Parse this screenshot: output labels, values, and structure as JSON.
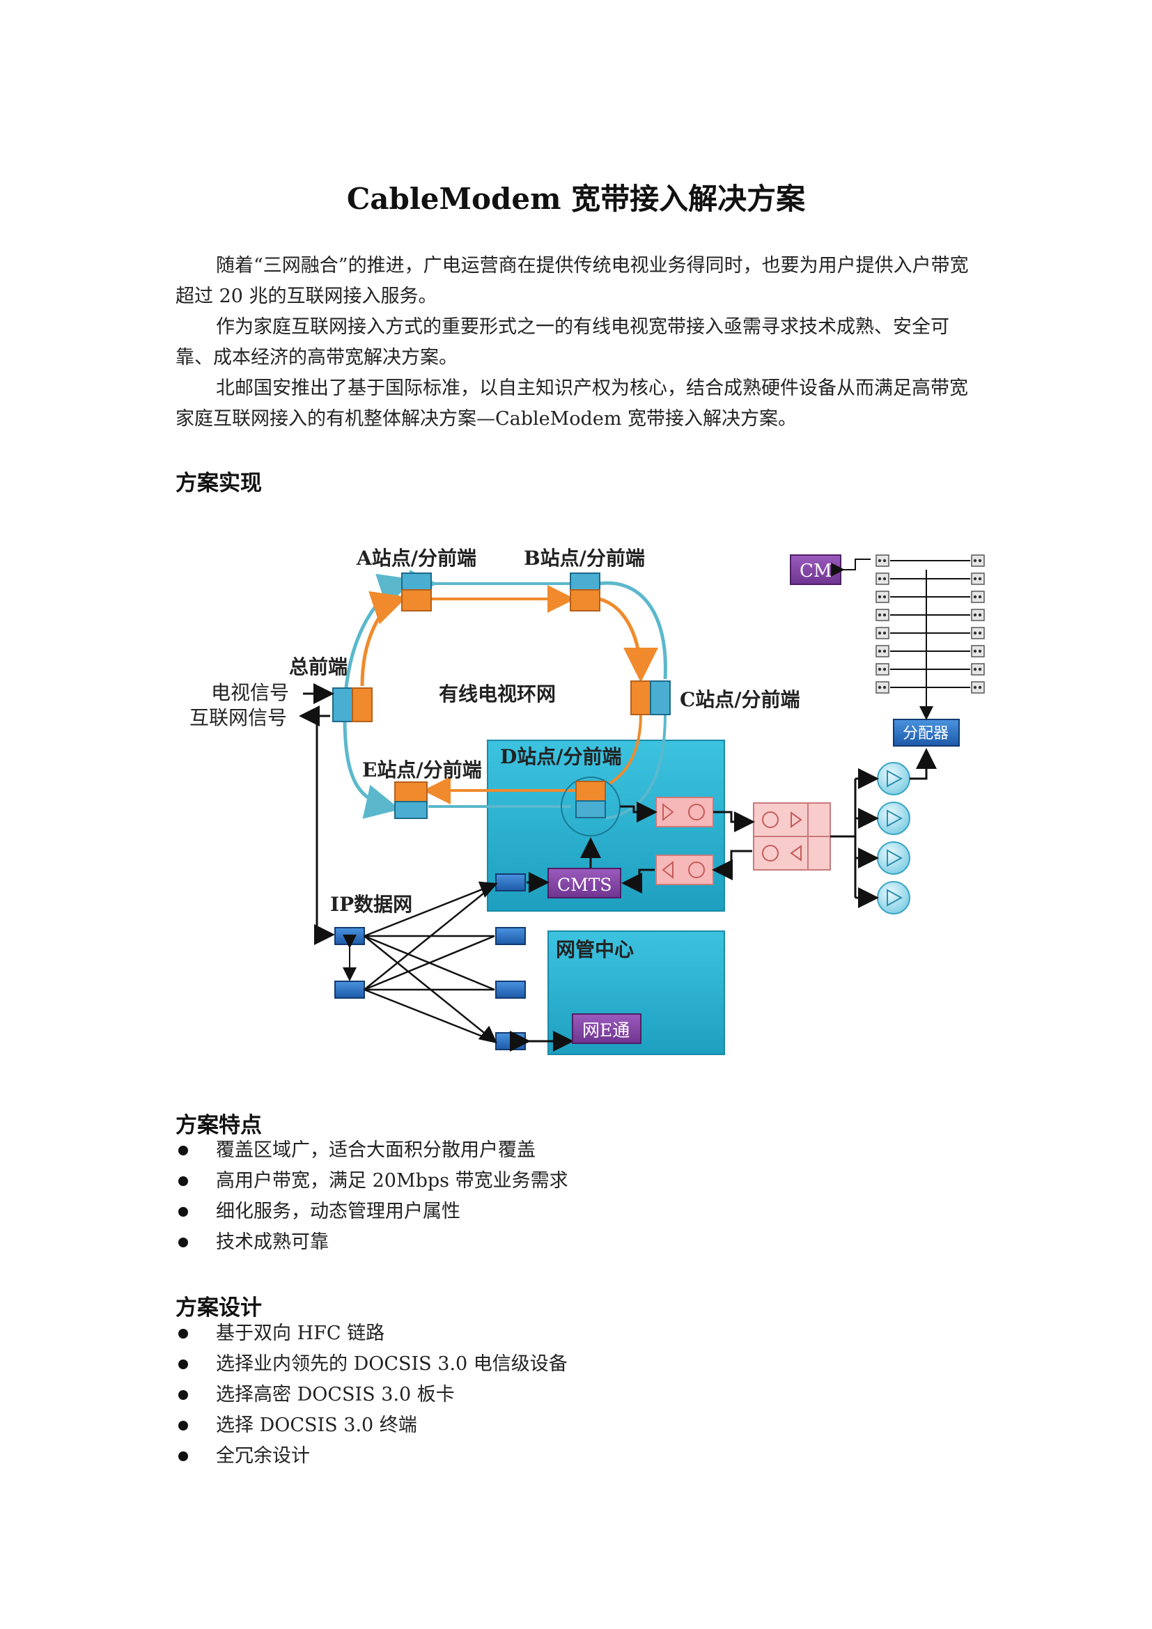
{
  "title": "CableModem 宽带接入解决方案",
  "intro": [
    "随着“三网融合”的推进，广电运营商在提供传统电视业务得同时，也要为用户提供入户带宽超过 20 兆的互联网接入服务。",
    "作为家庭互联网接入方式的重要形式之一的有线电视宽带接入亟需寻求技术成熟、安全可靠、成本经济的高带宽解决方案。",
    "北邮国安推出了基于国际标准，以自主知识产权为核心，结合成熟硬件设备从而满足高带宽家庭互联网接入的有机整体解决方案—CableModem 宽带接入解决方案。"
  ],
  "sections": {
    "implementation": {
      "heading": "方案实现"
    },
    "features": {
      "heading": "方案特点",
      "items": [
        "覆盖区域广，适合大面积分散用户覆盖",
        "高用户带宽，满足 20Mbps 带宽业务需求",
        "细化服务，动态管理用户属性",
        "技术成熟可靠"
      ]
    },
    "design": {
      "heading": "方案设计",
      "items": [
        "基于双向 HFC 链路",
        "选择业内领先的 DOCSIS 3.0 电信级设备",
        "选择高密 DOCSIS 3.0 板卡",
        "选择 DOCSIS 3.0 终端",
        "全冗余设计"
      ]
    }
  },
  "diagram": {
    "labels": {
      "station_a": "A站点/分前端",
      "station_b": "B站点/分前端",
      "station_c": "C站点/分前端",
      "station_d": "D站点/分前端",
      "station_e": "E站点/分前端",
      "headend": "总前端",
      "tv_signal": "电视信号",
      "internet_signal": "互联网信号",
      "ring": "有线电视环网",
      "ip_network": "IP数据网",
      "nms_center": "网管中心",
      "cmts": "CMTS",
      "cm": "CM",
      "splitter": "分配器",
      "nete": "网E通"
    },
    "colors": {
      "teal_box": "#2fb7d4",
      "orange": "#f08a2c",
      "blue_node": "#2b74c9",
      "purple": "#8a4aa8",
      "pink": "#f6b8b8",
      "cable_teal": "#5bb8cc"
    }
  }
}
